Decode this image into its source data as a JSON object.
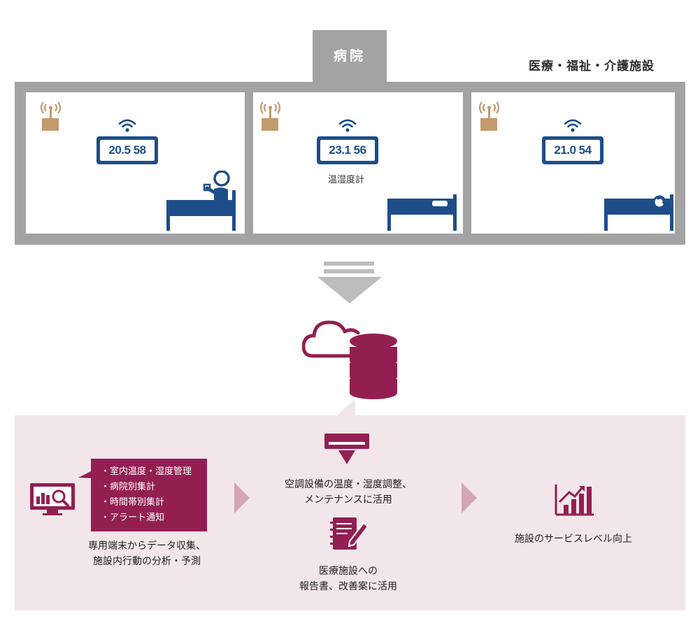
{
  "building": {
    "tab_label": "病院",
    "facility_label": "医療・福祉・介護施設",
    "rooms": [
      {
        "reading": "20.5 58"
      },
      {
        "reading": "23.1 56",
        "device_label": "温湿度計"
      },
      {
        "reading": "21.0 54"
      }
    ]
  },
  "analysis": {
    "callout_items": [
      "室内温度・湿度管理",
      "病院別集計",
      "時間帯別集計",
      "アラート通知"
    ],
    "terminal_text": [
      "専用端末からデータ収集、",
      "施設内行動の分析・予測"
    ],
    "aircon_text": [
      "空調設備の温度・湿度調整、",
      "メンテナンスに活用"
    ],
    "report_text": [
      "医療施設への",
      "報告書、改善案に活用"
    ],
    "outcome_text": "施設のサービスレベル向上"
  },
  "colors": {
    "building_gray": "#a3a3a3",
    "device_navy": "#1d4e89",
    "antenna_brown": "#c39a6b",
    "accent_crimson": "#931f52",
    "panel_pink": "#f2e6ea",
    "arrow_gray": "#bdbdbd",
    "chevron_pink": "#d4a6b5"
  }
}
